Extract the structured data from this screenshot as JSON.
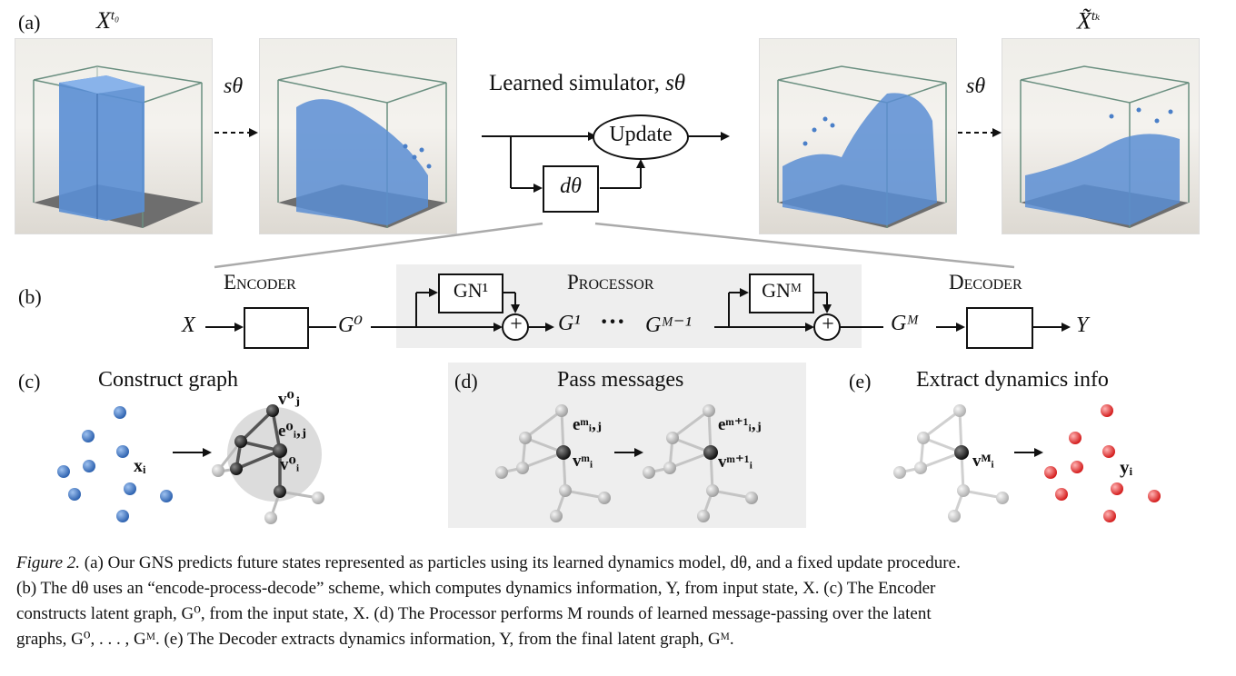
{
  "figure": {
    "panel_labels": {
      "a": "(a)",
      "b": "(b)",
      "c": "(c)",
      "d": "(d)",
      "e": "(e)"
    },
    "panel_a": {
      "x_t0": "X",
      "x_t0_sup": "t₀",
      "x_tilde_tk": "X̃",
      "x_tilde_tk_sup": "tₖ",
      "s_theta": "sθ",
      "learned_simulator": "Learned simulator,",
      "learned_simulator_sym": "sθ",
      "update": "Update",
      "d_theta": "dθ"
    },
    "panel_b": {
      "encoder": "Encoder",
      "processor": "Processor",
      "decoder": "Decoder",
      "x": "X",
      "g0": "G⁰",
      "g1": "G¹",
      "gm_minus1": "Gᴹ⁻¹",
      "gm": "Gᴹ",
      "y": "Y",
      "gn1": "GN¹",
      "gnm": "GNᴹ",
      "plus": "+",
      "dots": "···"
    },
    "panel_c": {
      "title": "Construct graph",
      "x_i": "xᵢ",
      "v_j0": "v⁰ⱼ",
      "e_ij0": "e⁰ᵢ,ⱼ",
      "v_i0": "v⁰ᵢ"
    },
    "panel_d": {
      "title": "Pass messages",
      "e_ij_m": "eᵐᵢ,ⱼ",
      "v_i_m": "vᵐᵢ",
      "e_ij_m1": "eᵐ⁺¹ᵢ,ⱼ",
      "v_i_m1": "vᵐ⁺¹ᵢ"
    },
    "panel_e": {
      "title": "Extract dynamics info",
      "v_i_M": "vᴹᵢ",
      "y_i": "yᵢ"
    }
  },
  "caption": {
    "fig_label": "Figure 2.",
    "line1": "(a) Our GNS predicts future states represented as particles using its learned dynamics model, dθ, and a fixed update procedure.",
    "line2": "(b) The dθ uses an “encode-process-decode” scheme, which computes dynamics information, Y, from input state, X. (c) The Encoder",
    "line3": "constructs latent graph, G⁰, from the input state, X. (d) The Processor performs M rounds of learned message-passing over the latent",
    "line4": "graphs, G⁰, . . . , Gᴹ. (e) The Decoder extracts dynamics information, Y, from the final latent graph, Gᴹ."
  },
  "colors": {
    "particle_blue": "#4a7fc8",
    "particle_red": "#e03a3a",
    "shade": "#eeeeee",
    "node_dark": "#222222",
    "node_gray": "#bdbdbd"
  }
}
